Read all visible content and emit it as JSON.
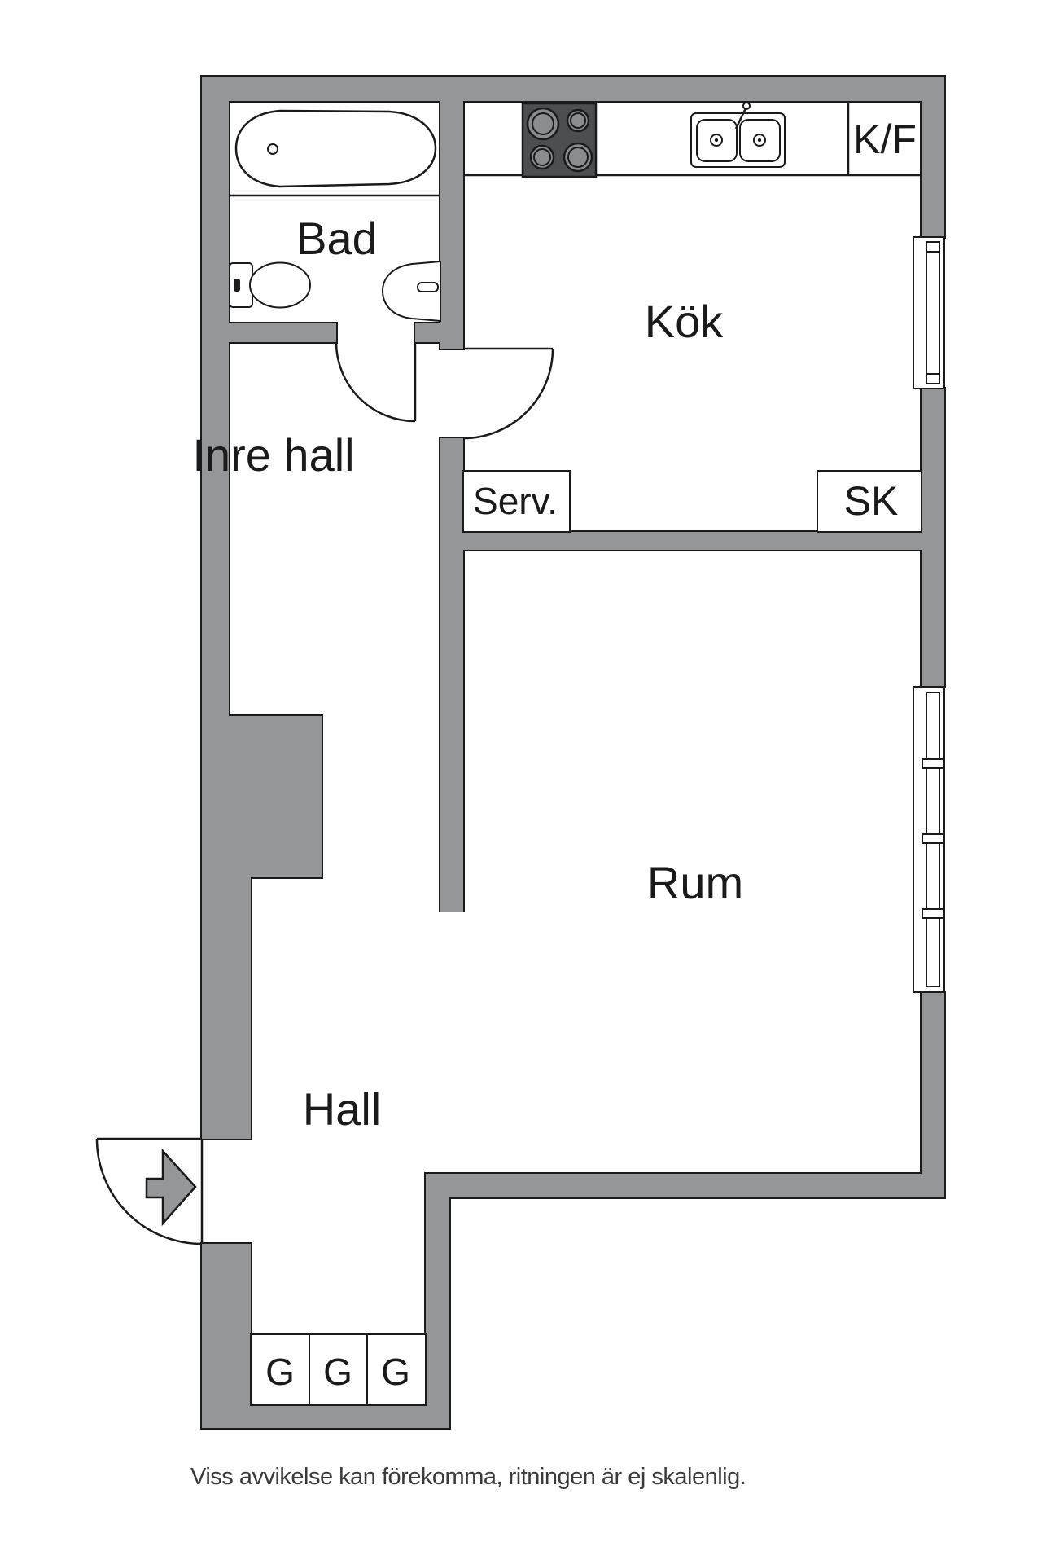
{
  "floorplan": {
    "rooms": {
      "bathroom": "Bad",
      "kitchen": "Kök",
      "inner_hall": "Inre hall",
      "room": "Rum",
      "hall": "Hall"
    },
    "fixtures": {
      "fridge_freezer": "K/F",
      "serving": "Serv.",
      "cleaning_closet": "SK",
      "wardrobe_1": "G",
      "wardrobe_2": "G",
      "wardrobe_3": "G"
    },
    "disclaimer": "Viss avvikelse kan förekomma, ritningen är ej skalenlig.",
    "colors": {
      "background": "#ffffff",
      "wall": "#949698",
      "outline": "#1a1a1a",
      "stove": "#4d4e50",
      "burner": "#8a8c8f",
      "disclaimer": "#3a3a3a"
    }
  }
}
